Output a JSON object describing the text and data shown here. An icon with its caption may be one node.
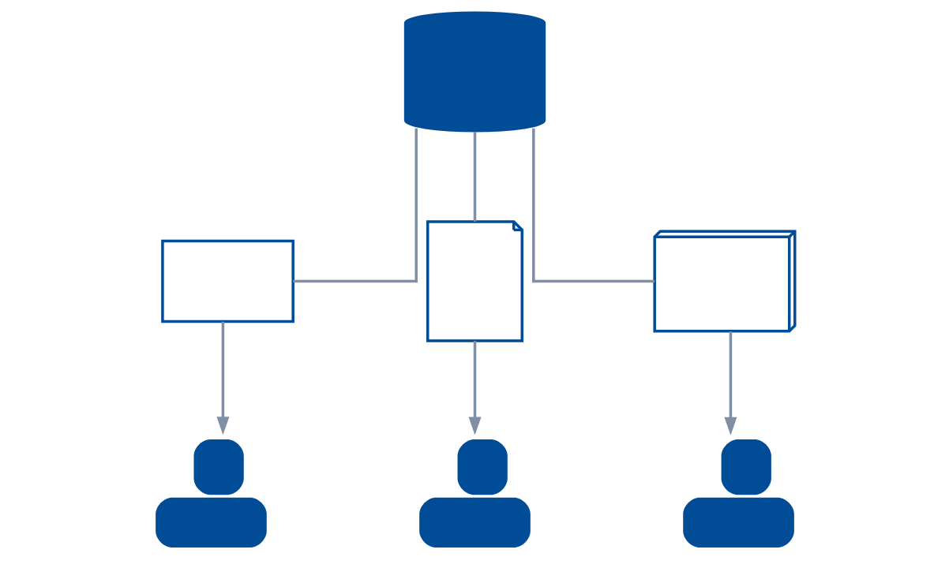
{
  "diagram": {
    "nodes": [
      {
        "text": [],
        "shape": "cylinder"
      },
      {
        "text": [],
        "shape": "envelope"
      },
      {
        "text": [],
        "shape": "document"
      },
      {
        "text": [],
        "shape": "presentation"
      },
      {
        "text": [],
        "shape": "person"
      },
      {
        "text": [],
        "shape": "person"
      },
      {
        "text": [],
        "shape": "person"
      }
    ],
    "edges": [
      {
        "from": 0,
        "to": 1,
        "arrow": "none"
      },
      {
        "from": 0,
        "to": 2,
        "arrow": "none"
      },
      {
        "from": 0,
        "to": 3,
        "arrow": "none"
      },
      {
        "from": 1,
        "to": 4,
        "arrow": "to"
      },
      {
        "from": 2,
        "to": 5,
        "arrow": "to"
      },
      {
        "from": 3,
        "to": 6,
        "arrow": "to"
      }
    ]
  }
}
